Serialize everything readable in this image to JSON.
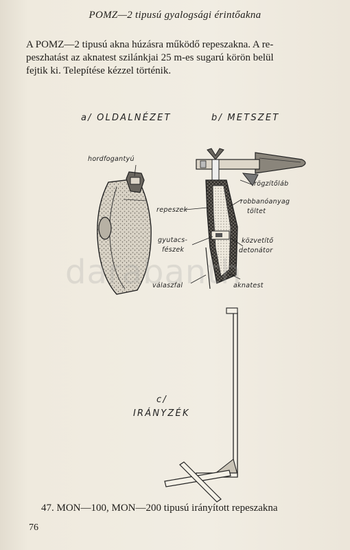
{
  "header": "POMZ—2 tipusú gyalogsági érintőakna",
  "intro": {
    "line1": "A POMZ—2 tipusú akna húzásra működő repeszakna. A re-",
    "line2": "peszhatást az aknatest szilánkjai 25 m-es sugarú körön belül",
    "line3": "fejtik ki. Telepítése kézzel történik."
  },
  "figure": {
    "label_a": "a/ OLDALNÉZET",
    "label_b": "b/ METSZET",
    "label_c": "c/",
    "label_c_title": "IRÁNYZÉK",
    "callouts": {
      "hordfogantyu": "hordfogantyú",
      "rogzitolab": "rögzítőláb",
      "repeszek": "repeszek",
      "robbanoanyag_1": "robbanóanyag",
      "robbanoanyag_2": "töltet",
      "gyutacs_1": "gyutacs-",
      "gyutacs_2": "fészek",
      "kozvetito_1": "közvetítő",
      "kozvetito_2": "detonátor",
      "valaszfal": "válaszfal",
      "aknatest": "aknatest"
    }
  },
  "caption": "47. MON—100, MON—200 tipusú irányított repeszakna",
  "page_number": "76",
  "watermark": "darabanth"
}
